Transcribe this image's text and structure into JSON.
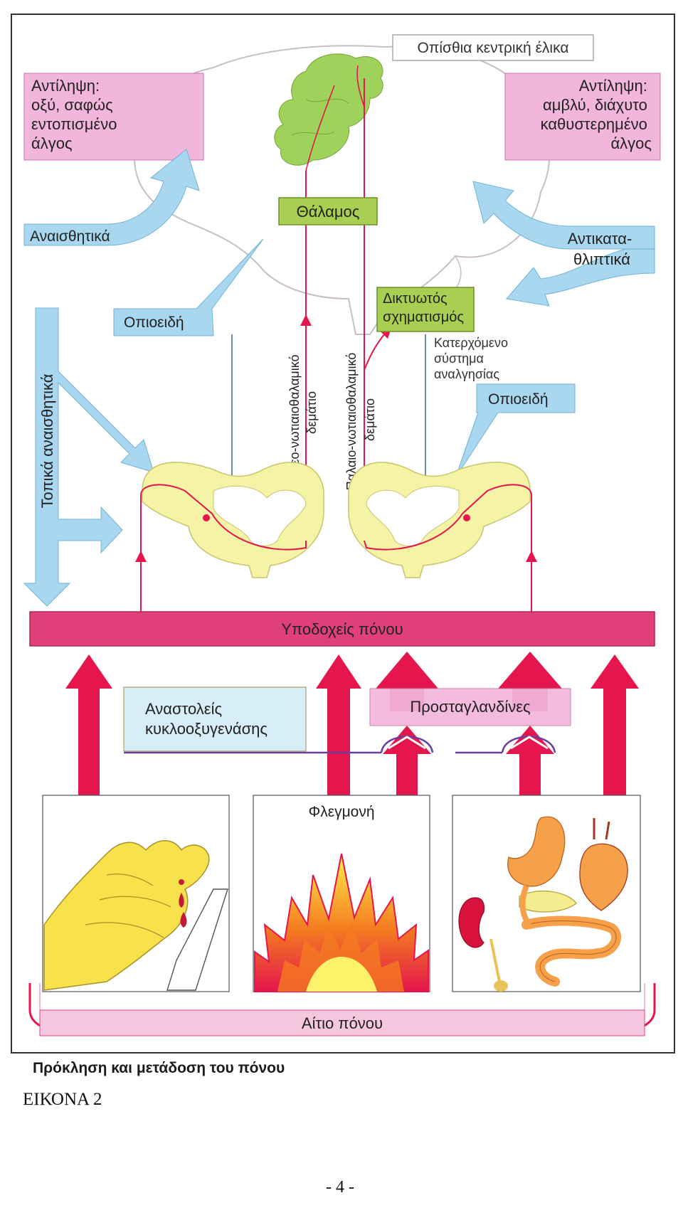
{
  "labels": {
    "postcentral_gyrus": "Οπίσθια κεντρική έλικα",
    "perception_left": [
      "Αντίληψη:",
      "οξύ, σαφώς",
      "εντοπισμένο",
      "άλγος"
    ],
    "perception_right": [
      "Αντίληψη:",
      "αμβλύ, διάχυτο",
      "καθυστερημένο",
      "άλγος"
    ],
    "anesthetics": "Αναισθητικά",
    "thalamus": "Θάλαμος",
    "antidepressants": [
      "Αντικατα-",
      "θλιπτικά"
    ],
    "reticular_formation": [
      "Δικτυωτός",
      "σχηματισμός"
    ],
    "opioids_left": "Οπιοειδή",
    "opioids_right": "Οπιοειδή",
    "descending_system": [
      "Κατερχόμενο",
      "σύστημα",
      "αναλγησίας"
    ],
    "local_anesthetics": "Τοπικά αναισθητικά",
    "neo_tract": [
      "Νεο-νωτιαιοθαλαμικό",
      "δεμάτιο"
    ],
    "paleo_tract": [
      "Παλαιο-νωτιαιοθαλαμικό",
      "δεμάτιο"
    ],
    "pain_receptors": "Υποδοχείς πόνου",
    "prostaglandins": "Προσταγλανδίνες",
    "cox_inhibitors": [
      "Αναστολείς",
      "κυκλοοξυγενάσης"
    ],
    "inflammation": "Φλεγμονή",
    "pain_cause": "Αίτιο πόνου"
  },
  "caption": "Πρόκληση και μετάδοση του πόνου",
  "figure_label": "ΕΙΚΟΝΑ 2",
  "page_number": "- 4 -",
  "colors": {
    "pink_box": "#f2b6dc",
    "green_box": "#a9cf52",
    "blue_arrow": "#a9d7ef",
    "magenta_bar": "#e0407a",
    "red_arrow": "#e4164d",
    "spinal_yellow": "#f4f3a6",
    "brain_green": "#9fd25b"
  }
}
